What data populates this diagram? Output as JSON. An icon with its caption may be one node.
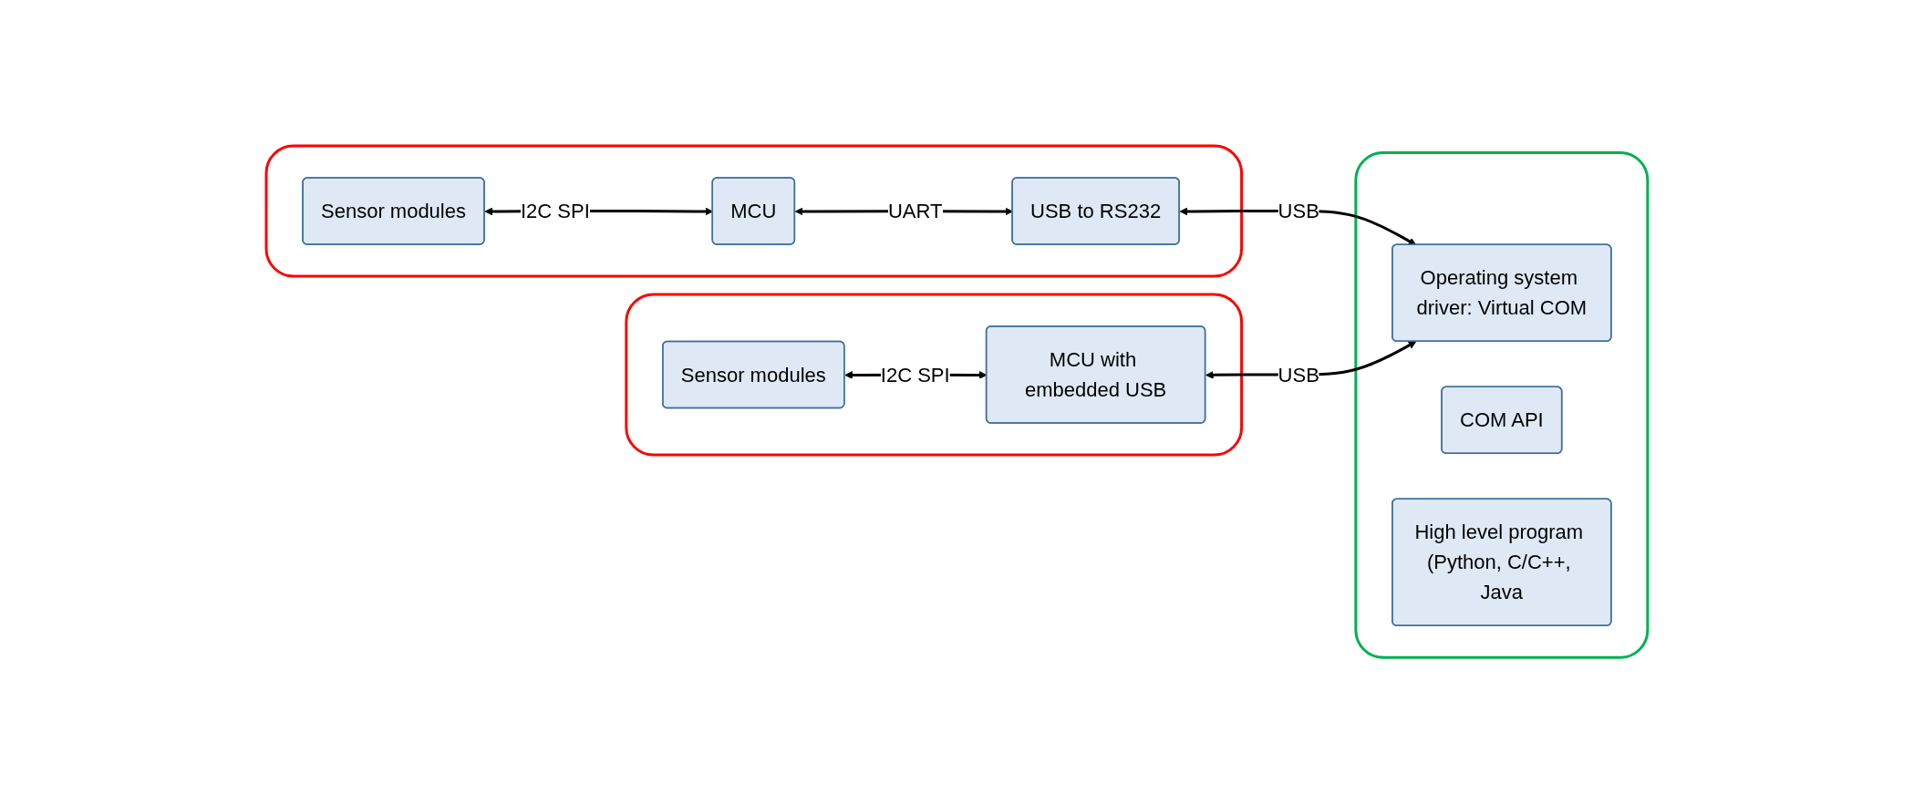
{
  "diagram": {
    "nodes": [
      {
        "text": [],
        "shape": "box"
      },
      {
        "text": [
          "Sensor modules"
        ],
        "in": 0
      },
      {
        "text": [
          "MCU"
        ],
        "in": 0
      },
      {
        "text": [
          "USB to RS232"
        ],
        "in": 0
      },
      {
        "text": [],
        "shape": "box"
      },
      {
        "text": [
          "Operating system driver: Virtual COM"
        ],
        "in": 4
      },
      {
        "text": [
          "COM API"
        ],
        "in": 4
      },
      {
        "text": [
          "High level program (Python, C/C++, Java"
        ],
        "in": 4
      },
      {
        "text": [],
        "shape": "box"
      },
      {
        "text": [
          "Sensor modules"
        ],
        "in": 8
      },
      {
        "text": [
          "MCU with embedded USB"
        ],
        "in": 8
      }
    ],
    "edges": [
      {
        "from": 1,
        "to": 2,
        "arrow": "both",
        "label": "I2C SPI"
      },
      {
        "from": 2,
        "to": 3,
        "arrow": "both",
        "label": "UART"
      },
      {
        "from": 3,
        "to": 5,
        "arrow": "both",
        "label": "USB"
      },
      {
        "from": 10,
        "to": 5,
        "arrow": "both",
        "label": "USB"
      },
      {
        "from": 9,
        "to": 10,
        "arrow": "both",
        "label": "I2C SPI"
      }
    ]
  }
}
